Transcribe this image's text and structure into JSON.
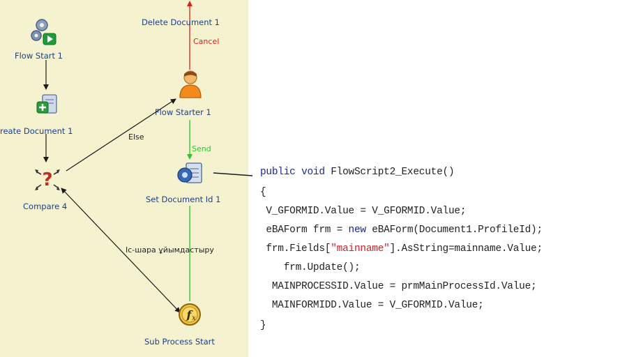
{
  "flow": {
    "nodes": {
      "flow_start": "Flow Start 1",
      "create_document": "reate Document 1",
      "compare": "Compare 4",
      "delete_document": "Delete Document 1",
      "flow_starter": "Flow Starter 1",
      "set_document_id": "Set Document Id 1",
      "sub_process_start": "Sub Process Start"
    },
    "edges": {
      "else": "Else",
      "cancel": "Cancel",
      "send": "Send",
      "activity": "Іс-шара ұйымдастыру"
    },
    "colors": {
      "panel_bg": "#f5f3cf",
      "label": "#1c3e8c",
      "cancel": "#e0201c",
      "send": "#22cc22"
    },
    "icons": [
      "gears-play-icon",
      "add-document-icon",
      "question-decision-icon",
      "user-person-icon",
      "document-process-icon",
      "function-fx-icon"
    ]
  },
  "code": {
    "line1": {
      "kw1": "public",
      "kw2": "void",
      "rest": "FlowScript2_Execute()"
    },
    "line2": "{",
    "line3": " V_GFORMID.Value = V_GFORMID.Value;",
    "line4": {
      "pre": " eBAForm frm = ",
      "kw": "new",
      "post": " eBAForm(Document1.ProfileId);"
    },
    "line5": {
      "pre": " frm.Fields[",
      "str": "\"mainname\"",
      "post": "].AsString=mainname.Value;"
    },
    "line6": "    frm.Update();",
    "line7": "  MAINPROCESSID.Value = prmMainProcessId.Value;",
    "line8": "  MAINFORMIDD.Value = V_GFORMID.Value;",
    "line9": "}"
  }
}
